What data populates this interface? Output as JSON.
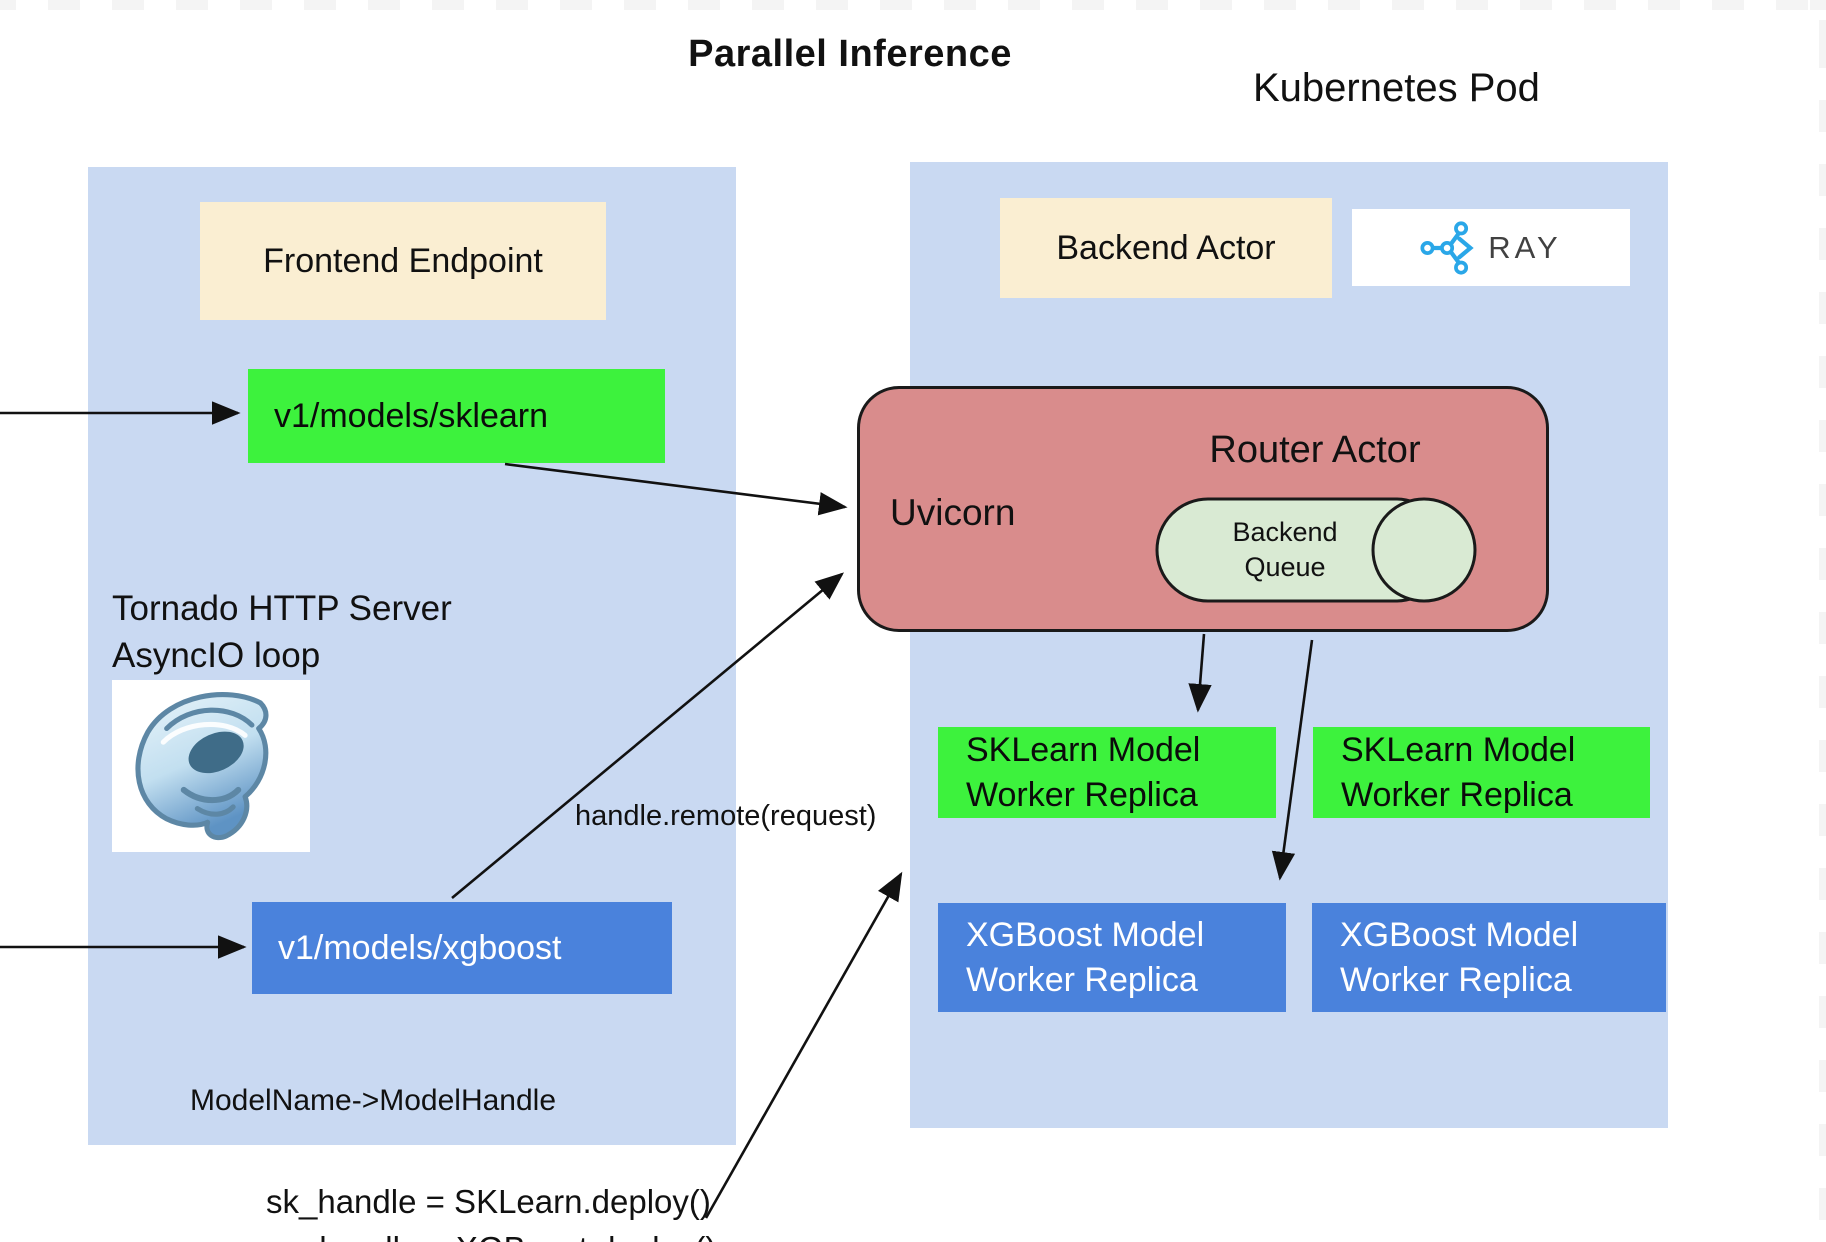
{
  "page": {
    "title": "Parallel Inference",
    "kubernetes_pod_label": "Kubernetes Pod"
  },
  "frontend_panel": {
    "header": "Frontend Endpoint",
    "sklearn_endpoint": "v1/models/sklearn",
    "xgboost_endpoint": "v1/models/xgboost",
    "tornado_line1": "Tornado HTTP Server",
    "tornado_line2": "AsyncIO loop",
    "model_map": "ModelName->ModelHandle"
  },
  "backend_panel": {
    "header": "Backend Actor",
    "ray_logo_text": "RAY",
    "router": {
      "title": "Router Actor",
      "server": "Uvicorn",
      "queue_line1": "Backend",
      "queue_line2": "Queue"
    },
    "sklearn_workers": [
      {
        "line1": "SKLearn Model",
        "line2": "Worker Replica"
      },
      {
        "line1": "SKLearn Model",
        "line2": "Worker Replica"
      }
    ],
    "xgboost_workers": [
      {
        "line1": "XGBoost Model",
        "line2": "Worker Replica"
      },
      {
        "line1": "XGBoost Model",
        "line2": "Worker Replica"
      }
    ]
  },
  "annotations": {
    "handle_remote": "handle.remote(request)",
    "deploy_line1": "sk_handle = SKLearn.deploy()",
    "deploy_line2": "xg_handle = XGBoost.deploy()"
  },
  "icons": {
    "tornado": "tornado-logo",
    "ray": "ray-graph-logo"
  },
  "colors": {
    "panel_blue": "#c9d9f2",
    "cream": "#faeed2",
    "endpoint_green": "#3df23d",
    "worker_blue": "#4a82dc",
    "router_pink": "#d98c8c",
    "queue_green": "#d9ead3",
    "ray_blue": "#2aa7e8",
    "checker_gray": "#f4f4f4",
    "outline_black": "#1a1a1a"
  }
}
